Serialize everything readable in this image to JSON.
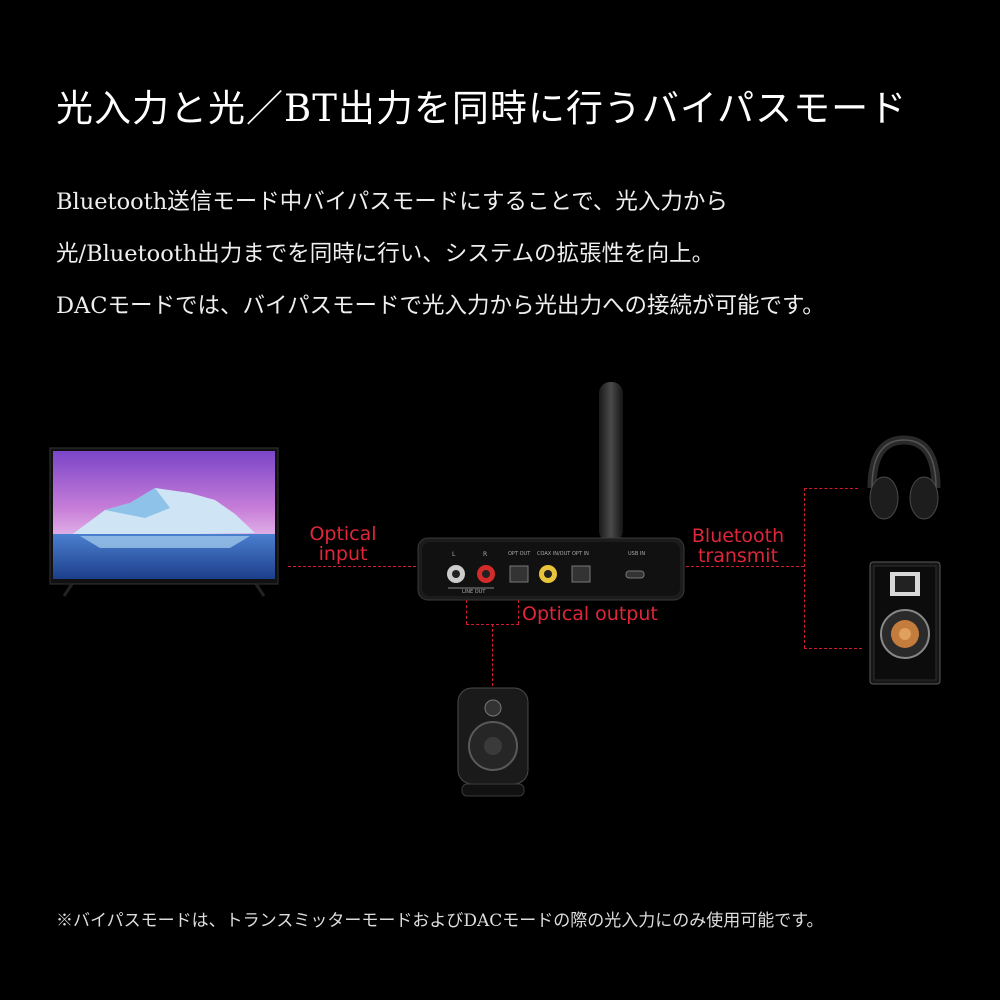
{
  "title": "光入力と光／BT出力を同時に行うバイパスモード",
  "description": [
    "Bluetooth送信モード中バイパスモードにすることで、光入力から",
    "光/Bluetooth出力までを同時に行い、システムの拡張性を向上。",
    "DACモードでは、バイパスモードで光入力から光出力への接続が可能です。"
  ],
  "labels": {
    "optical_input_1": "Optical",
    "optical_input_2": "input",
    "bluetooth_transmit_1": "Bluetooth",
    "bluetooth_transmit_2": "transmit",
    "optical_output": "Optical output"
  },
  "device_ports": {
    "l": "L",
    "r": "R",
    "opt_out": "OPT OUT",
    "coax": "COAX IN/OUT",
    "opt_in": "OPT IN",
    "usb": "USB IN",
    "line_out": "LINE OUT"
  },
  "footnote": "※バイパスモードは、トランスミッターモードおよびDACモードの際の光入力にのみ使用可能です。",
  "colors": {
    "background": "#000000",
    "accent": "#d01c2e",
    "text": "#ffffff"
  }
}
